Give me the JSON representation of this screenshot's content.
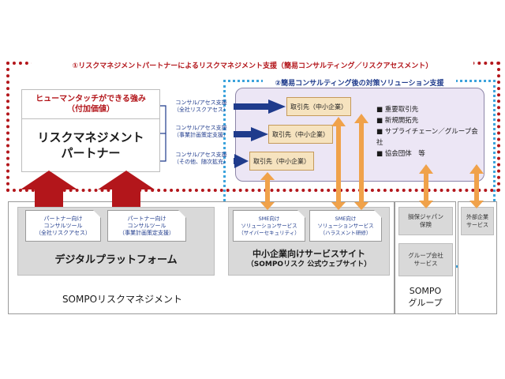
{
  "top_title": "①リスクマネジメントパートナーによるリスクマネジメント支援（簡易コンサルティング／リスクアセスメント）",
  "sub_title": "②簡易コンサルティング後の対策ソリューション支援",
  "strength": {
    "line1": "ヒューマンタッチができる強み",
    "line2": "（付加価値）"
  },
  "partner": {
    "line1": "リスクマネジメント",
    "line2": "パートナー"
  },
  "consult": [
    {
      "line1": "コンサル/アセス支援",
      "line2": "（全社リスクアセス）"
    },
    {
      "line1": "コンサル/アセス支援",
      "line2": "（事業計画策定支援）"
    },
    {
      "line1": "コンサル/アセス支援",
      "line2": "（その他、随次拡充）"
    }
  ],
  "clients": [
    "取引先（中小企業）",
    "取引先（中小企業）",
    "取引先（中小企業）"
  ],
  "targets": [
    "重要取引先",
    "新規開拓先",
    "サプライチェーン／グループ会社",
    "協会団体　等"
  ],
  "tools": [
    {
      "line1": "パートナー向け",
      "line2": "コンサルツール",
      "line3": "（全社リスクアセス）"
    },
    {
      "line1": "パートナー向け",
      "line2": "コンサルツール",
      "line3": "（事業計画策定支援）"
    }
  ],
  "platform": "デジタルプラットフォーム",
  "sompo_rm": "SOMPOリスクマネジメント",
  "sme_solutions": [
    {
      "line1": "SME向け",
      "line2": "ソリューションサービス",
      "line3": "（サイバーセキュリティ）"
    },
    {
      "line1": "SME向け",
      "line2": "ソリューションサービス",
      "line3": "（ハラスメント研修）"
    }
  ],
  "sme_site": {
    "line1": "中小企業向けサービスサイト",
    "line2": "（SOMPOリスク 公式ウェブサイト）"
  },
  "group_services": [
    {
      "line1": "損保ジャパン",
      "line2": "保険"
    },
    {
      "line1": "グループ会社",
      "line2": "サービス"
    }
  ],
  "sompo_group": {
    "line1": "SOMPO",
    "line2": "グループ"
  },
  "external": {
    "line1": "外部企業",
    "line2": "サービス"
  },
  "colors": {
    "red": "#b3161b",
    "blue_dotted": "#3ba3dc",
    "navy": "#1f3b8c",
    "orange_arrow": "#f0a24a",
    "lavender": "#ece6f5",
    "client_fill": "#f6e3bf",
    "gray": "#d9d9d9"
  }
}
